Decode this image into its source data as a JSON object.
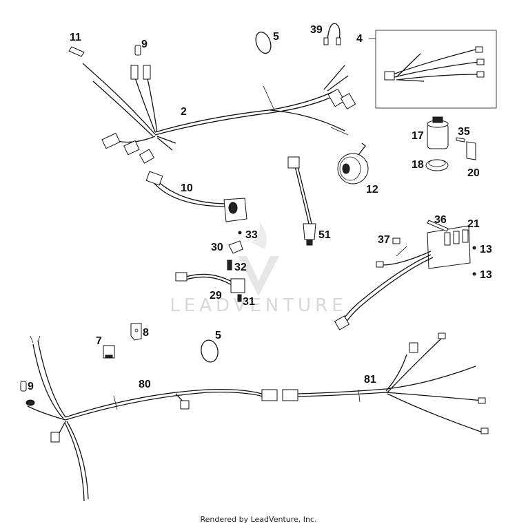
{
  "parts": {
    "p11": "11",
    "p9a": "9",
    "p5a": "5",
    "p39": "39",
    "p4": "4",
    "p2": "2",
    "p17": "17",
    "p35": "35",
    "p18": "18",
    "p20": "20",
    "p10": "10",
    "p12": "12",
    "p33": "33",
    "p30": "30",
    "p51": "51",
    "p36": "36",
    "p21": "21",
    "p37": "37",
    "p13a": "13",
    "p32": "32",
    "p13b": "13",
    "p29": "29",
    "p31": "31",
    "p8": "8",
    "p7": "7",
    "p5b": "5",
    "p9b": "9",
    "p80": "80",
    "p81": "81"
  },
  "watermark": "LEADVENTURE",
  "footer": "Rendered by LeadVenture, Inc."
}
